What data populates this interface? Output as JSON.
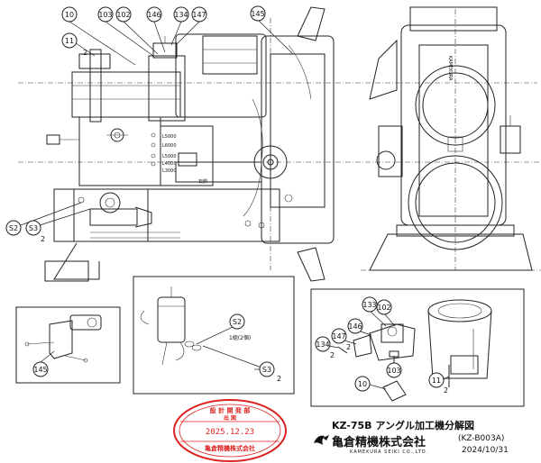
{
  "callouts": {
    "c10": "10",
    "c103": "103",
    "c102": "102",
    "c146": "146",
    "c134": "134",
    "c147": "147",
    "c145": "145",
    "c11": "11",
    "c11_qty": "2",
    "cS2": "S2",
    "cS3": "S3",
    "cS3_qty": "2"
  },
  "inset_left": {
    "c145": "145"
  },
  "inset_mid": {
    "cS2": "S2",
    "cS2_note": "1組(2個)",
    "cS3": "S3",
    "cS3_qty": "2"
  },
  "inset_right": {
    "c133": "133",
    "c102": "102",
    "c146": "146",
    "c147": "147",
    "c147_qty": "2",
    "c134": "134",
    "c134_qty": "2",
    "c103": "103",
    "c10": "10",
    "c11": "11",
    "c11_qty": "2"
  },
  "panel_labels": {
    "l1": "L5000",
    "l2": "L6000",
    "l3": "L5000",
    "l4": "L4000",
    "l5": "L3000",
    "stone": "石側"
  },
  "side_view": {
    "brand": "KAMEKURA"
  },
  "stamp": {
    "top": "設 計 開 発 部",
    "middle": "出 図",
    "date": "2025.12.23",
    "bottom": "亀倉精機株式会社"
  },
  "title_block": {
    "title": "KZ-75B アングル加工機分解図",
    "code": "(KZ-B003A)",
    "company": "亀倉精機株式会社",
    "company_en": "KAMEKURA SEIKI CO.,LTD.",
    "date": "2024/10/31"
  }
}
